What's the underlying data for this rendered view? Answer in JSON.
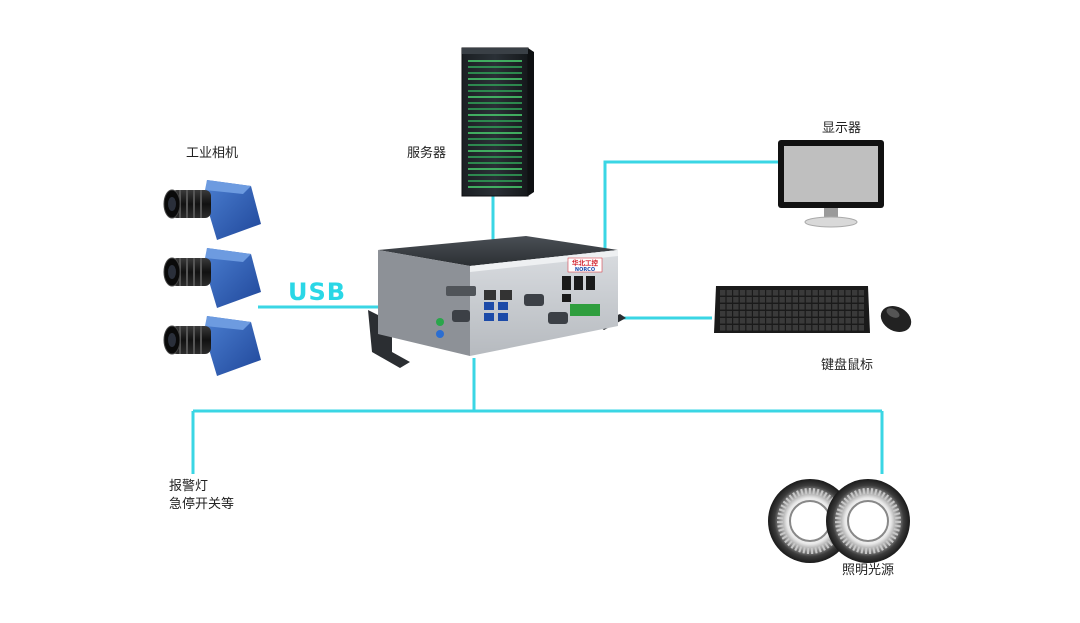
{
  "labels": {
    "camera": "工业相机",
    "server": "服务器",
    "monitor": "显示器",
    "keyboard_mouse": "键盘鼠标",
    "alarm_line1": "报警灯",
    "alarm_line2": "急停开关等",
    "light_source": "照明光源",
    "usb": "USB",
    "brand": "华北工控",
    "brand_en": "NORCO"
  },
  "colors": {
    "link": "#3ad6e4",
    "camera_blue": "#2f63b8",
    "chassis": "#c9ccd1",
    "brand_red": "#d21e2a"
  }
}
